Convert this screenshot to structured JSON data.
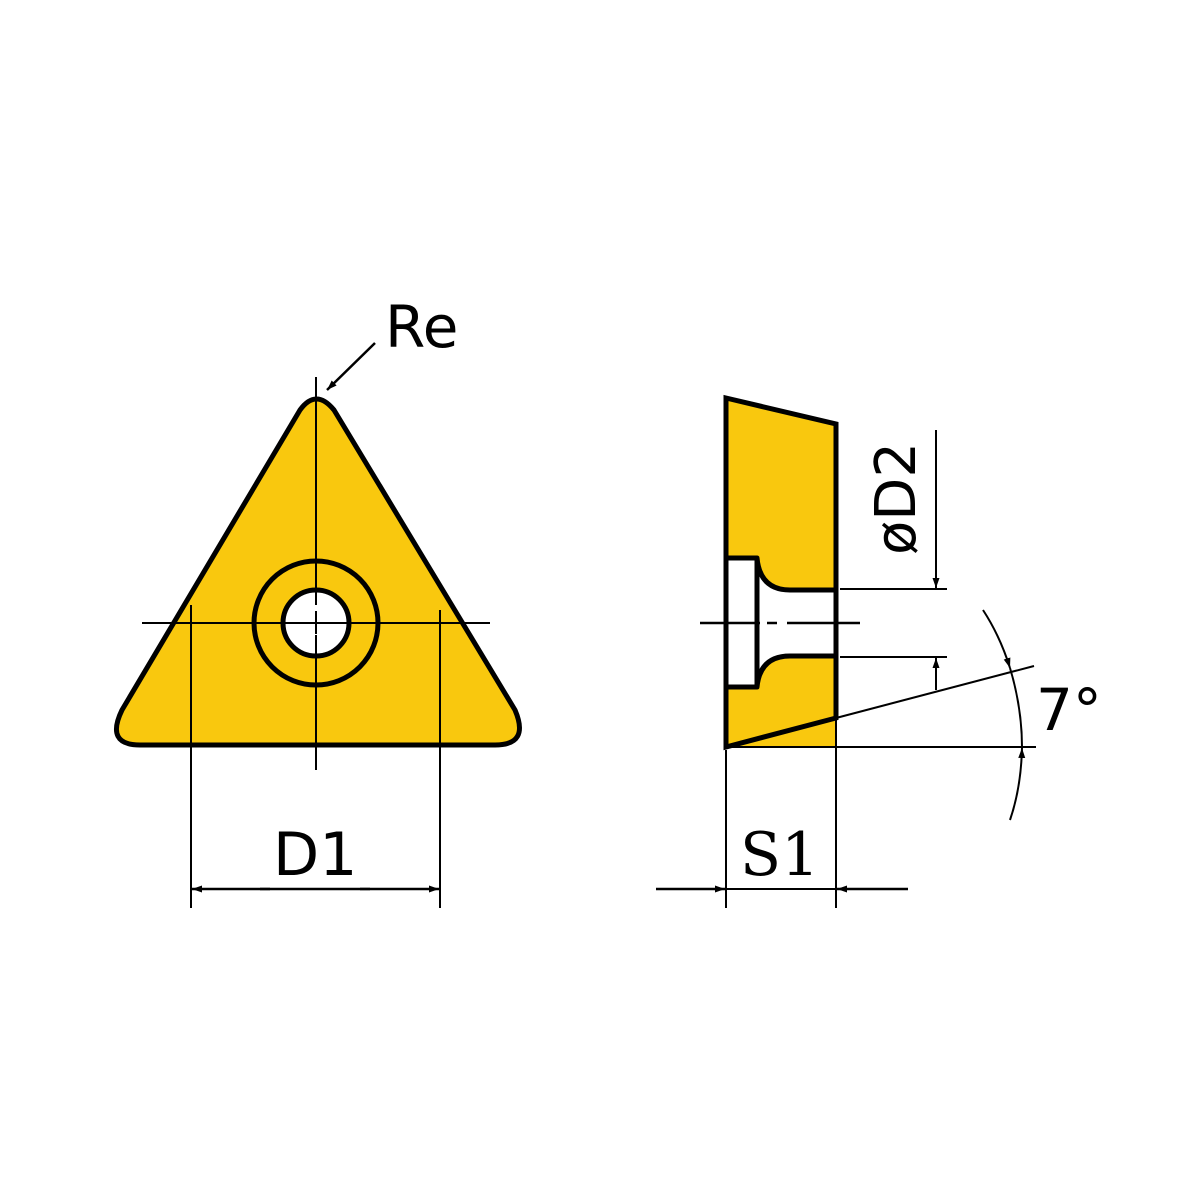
{
  "diagram": {
    "subject": "Triangular cutting insert technical drawing",
    "colors": {
      "insert_fill": "#F9C80E",
      "outline": "#000000",
      "background": "#FFFFFF"
    },
    "top_view": {
      "labels": {
        "corner_radius": "Re",
        "inscribed_diameter": "D1"
      }
    },
    "side_view": {
      "labels": {
        "hole_diameter": "øD2",
        "thickness": "S1",
        "clearance_angle": "7°"
      }
    }
  }
}
